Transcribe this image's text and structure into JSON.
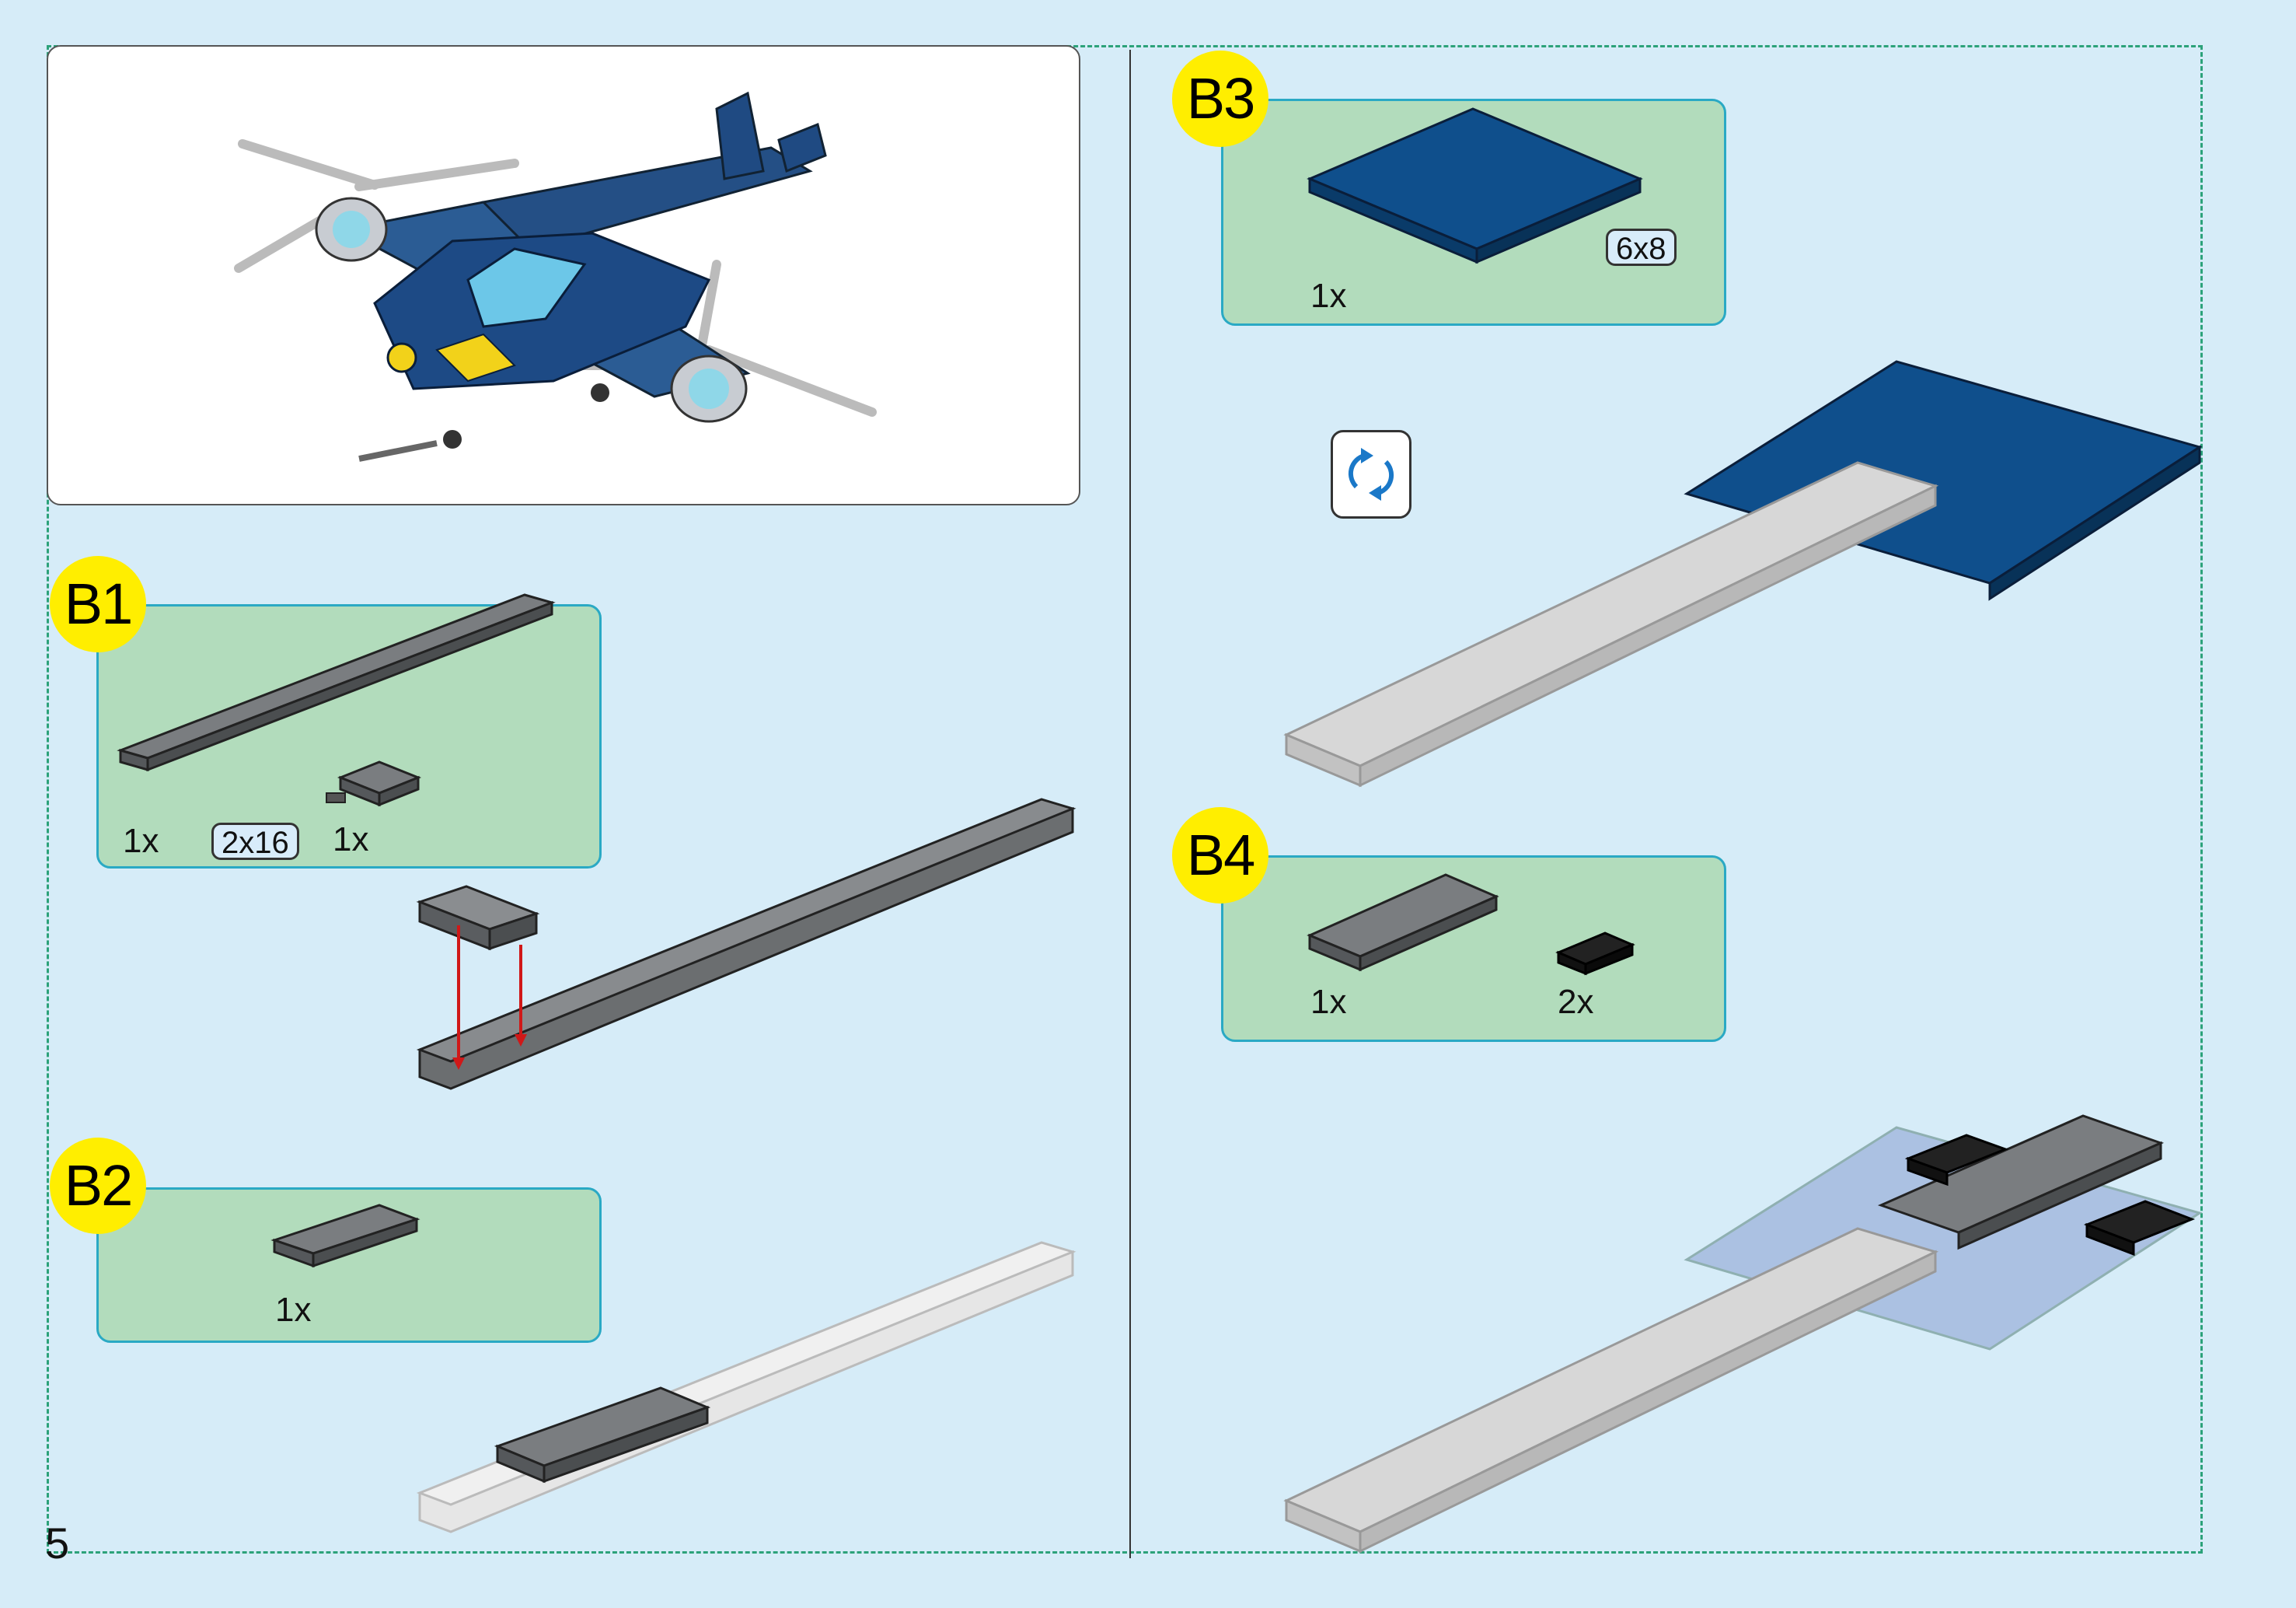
{
  "page": {
    "number": "5"
  },
  "colors": {
    "background": "#d6ecf8",
    "panel": "#b2dcbc",
    "panel_border": "#2aa9c4",
    "badge": "#ffee00",
    "frame_dash": "#2ca27a",
    "plate_dark_gray": "#6b6e70",
    "plate_blue": "#0d4a85",
    "plate_black": "#1a1a1a",
    "arrow_red": "#d01818"
  },
  "steps": [
    {
      "label": "B1",
      "parts": [
        {
          "qty": "1x",
          "size": "2x16",
          "color": "dark-gray"
        },
        {
          "qty": "1x",
          "color": "dark-gray"
        }
      ]
    },
    {
      "label": "B2",
      "parts": [
        {
          "qty": "1x",
          "color": "dark-gray"
        }
      ]
    },
    {
      "label": "B3",
      "parts": [
        {
          "qty": "1x",
          "size": "6x8",
          "color": "blue"
        }
      ]
    },
    {
      "label": "B4",
      "parts": [
        {
          "qty": "1x",
          "color": "dark-gray"
        },
        {
          "qty": "2x",
          "color": "black"
        }
      ]
    }
  ],
  "icons": {
    "rotate": "rotate-model-icon",
    "model": "helicopter-model-illustration"
  }
}
